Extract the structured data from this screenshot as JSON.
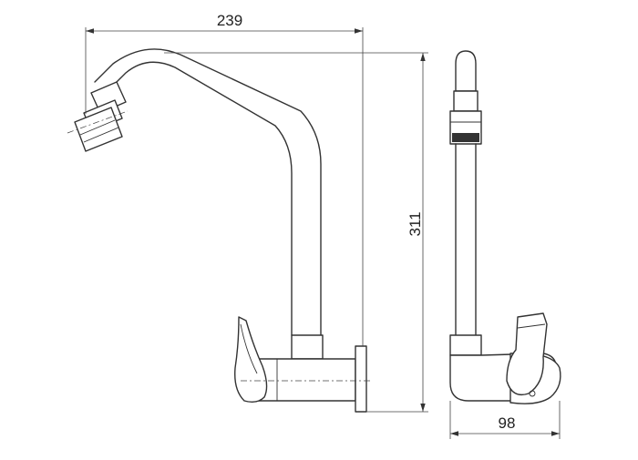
{
  "dimensions": {
    "overall_width": "239",
    "overall_height": "311",
    "side_depth": "98"
  }
}
